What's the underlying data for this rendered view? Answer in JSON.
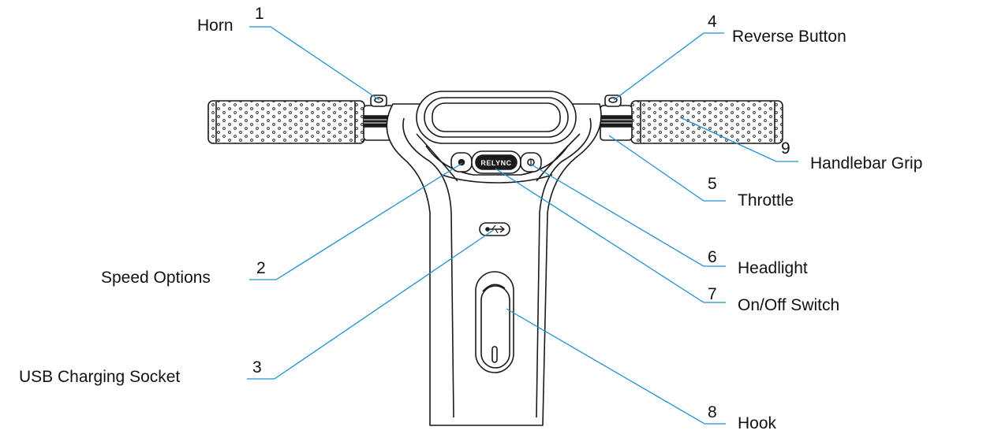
{
  "colors": {
    "leader": "#1f8fd6",
    "outline": "#1a1a1a",
    "text": "#111111"
  },
  "callouts": [
    {
      "id": "horn",
      "number": "1",
      "label": "Horn"
    },
    {
      "id": "speed-options",
      "number": "2",
      "label": "Speed Options"
    },
    {
      "id": "usb-charging-socket",
      "number": "3",
      "label": "USB Charging Socket"
    },
    {
      "id": "reverse-button",
      "number": "4",
      "label": "Reverse Button"
    },
    {
      "id": "throttle",
      "number": "5",
      "label": "Throttle"
    },
    {
      "id": "headlight",
      "number": "6",
      "label": "Headlight"
    },
    {
      "id": "on-off-switch",
      "number": "7",
      "label": "On/Off Switch"
    },
    {
      "id": "hook",
      "number": "8",
      "label": "Hook"
    },
    {
      "id": "handlebar-grip",
      "number": "9",
      "label": "Handlebar Grip"
    }
  ],
  "display_brand": "RELYNC"
}
